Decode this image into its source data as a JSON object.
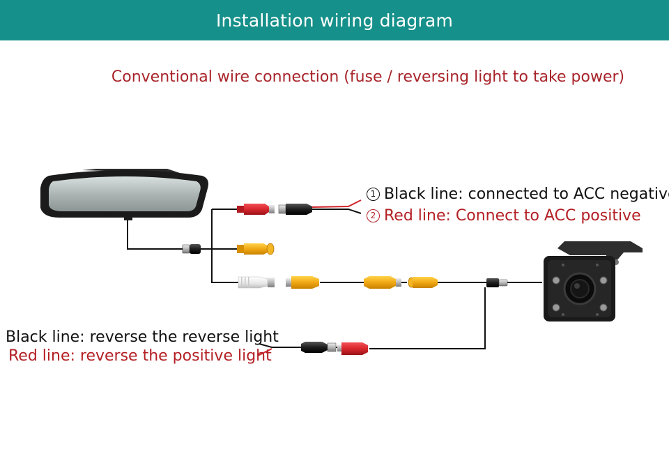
{
  "header": {
    "title": "Installation wiring diagram"
  },
  "subtitle": "Conventional wire connection (fuse / reversing light to take power)",
  "power_labels": {
    "item1": {
      "number": "1",
      "text": "Black line: connected to ACC negative"
    },
    "item2": {
      "number": "2",
      "text": "Red line: Connect to ACC positive"
    }
  },
  "reverse_labels": {
    "black": "Black line: reverse the reverse light",
    "red": "Red line: reverse the positive light"
  },
  "colors": {
    "banner": "#16908a",
    "subtitle": "#a8242a",
    "red_text": "#b32025",
    "connector_yellow": "#f2b21c",
    "connector_red": "#d8282e",
    "connector_white": "#f2f2f2"
  },
  "diagram": {
    "components": [
      "mirror-monitor",
      "rear-camera"
    ],
    "connectors": [
      "power-rca-red",
      "power-dc-plug",
      "video-rca-yellow",
      "camera-rca-white",
      "camera-rca-yellow",
      "extension-rca-yellow",
      "reverse-dc-plug",
      "reverse-rca-red"
    ]
  }
}
